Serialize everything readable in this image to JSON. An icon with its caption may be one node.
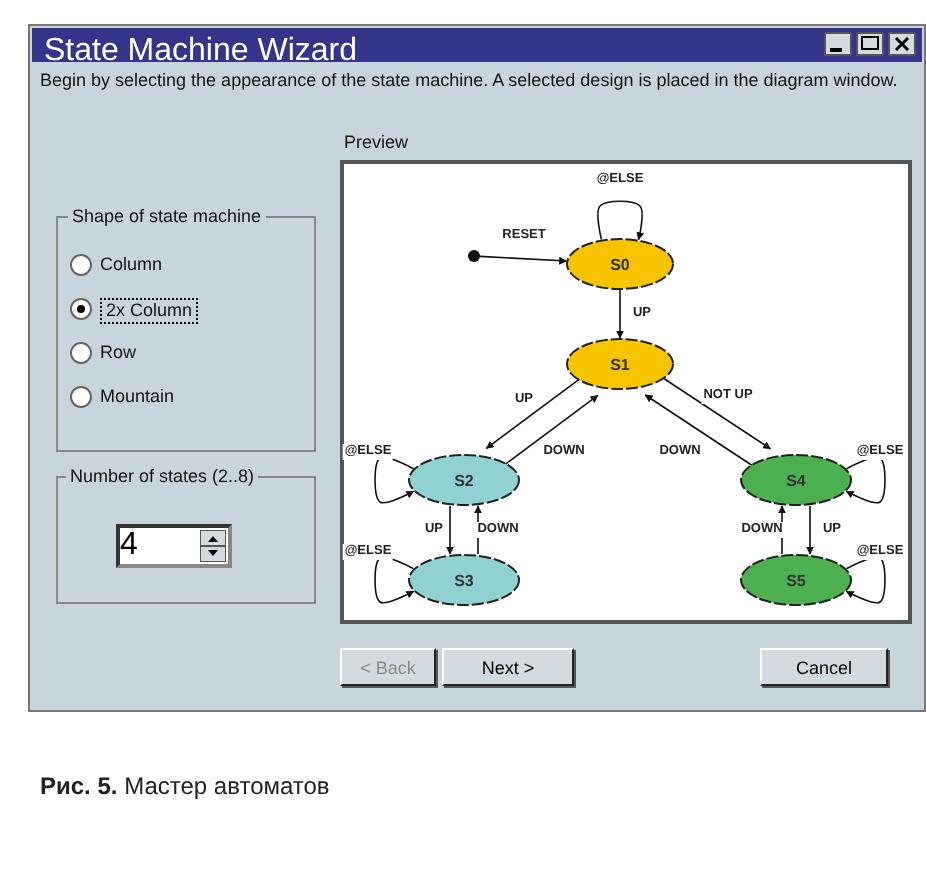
{
  "diagram": {
    "caption": "**Рис. 5.** Мастер автоматов",
    "nodes": [
      {
        "text": [],
        "shape": "circle"
      },
      {
        "text": [
          "S0"
        ]
      },
      {
        "text": [
          "S1"
        ]
      },
      {
        "text": [
          "S2"
        ]
      },
      {
        "text": [
          "S4"
        ]
      },
      {
        "text": [
          "S3"
        ]
      },
      {
        "text": [
          "S5"
        ]
      }
    ],
    "edges": [
      {
        "from": 0,
        "to": 1,
        "arrow": "to",
        "label": "RESET"
      },
      {
        "from": 1,
        "to": 1,
        "arrow": "to",
        "label": "@ELSE"
      },
      {
        "from": 1,
        "to": 2,
        "arrow": "to",
        "label": "UP"
      },
      {
        "from": 2,
        "to": 3,
        "arrow": "to",
        "label": "UP"
      },
      {
        "from": 3,
        "to": 2,
        "arrow": "to",
        "label": "DOWN"
      },
      {
        "from": 2,
        "to": 4,
        "arrow": "to",
        "label": "NOT UP"
      },
      {
        "from": 4,
        "to": 2,
        "arrow": "to",
        "label": "DOWN"
      },
      {
        "from": 3,
        "to": 3,
        "arrow": "to",
        "label": "@ELSE"
      },
      {
        "from": 3,
        "to": 5,
        "arrow": "to",
        "label": "UP"
      },
      {
        "from": 5,
        "to": 3,
        "arrow": "to",
        "label": "DOWN"
      },
      {
        "from": 5,
        "to": 5,
        "arrow": "to",
        "label": "@ELSE"
      },
      {
        "from": 4,
        "to": 4,
        "arrow": "to",
        "label": "@ELSE"
      },
      {
        "from": 6,
        "to": 4,
        "arrow": "to",
        "label": "DOWN"
      },
      {
        "from": 4,
        "to": 6,
        "arrow": "to",
        "label": "UP"
      },
      {
        "from": 6,
        "to": 6,
        "arrow": "to",
        "label": "@ELSE"
      }
    ],
    "labels": [
      "State Machine Wizard",
      "Begin by selecting the appearance of the state machine. A selected design is placed in the diagram window.",
      "Preview",
      "Shape of state machine",
      "Column",
      "2x Column",
      "Row",
      "Mountain",
      "Number of states (2..8)",
      "4",
      "< Back",
      "Next >",
      "Cancel"
    ]
  }
}
